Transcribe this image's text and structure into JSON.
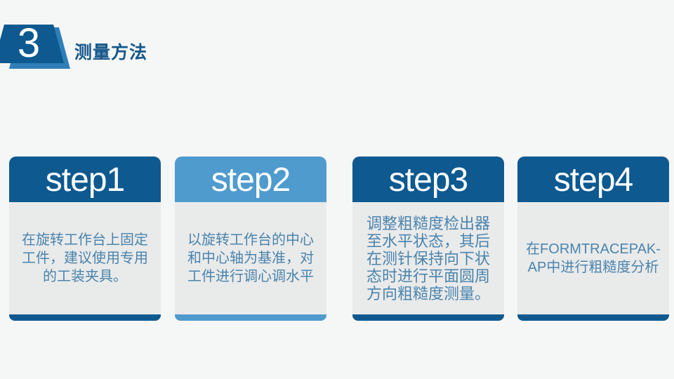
{
  "slide": {
    "section_number": "3",
    "section_title": "测量方法",
    "colors": {
      "page_bg": "#f5f6f6",
      "dark_blue": "#0d5990",
      "medium_blue": "#2e7fb7",
      "light_blue": "#4f9bce",
      "card_body_bg": "#e9eaea",
      "card_text": "#4a84ad",
      "title_text": "#15578a",
      "step_label_text": "#ffffff"
    }
  },
  "steps": [
    {
      "label": "step1",
      "variant": "dark",
      "text": "在旋转工作台上固定\n工件，建议使用专用\n的工装夹具。"
    },
    {
      "label": "step2",
      "variant": "light",
      "text": "以旋转工作台的中心\n和中心轴为基准，对\n工件进行调心调水平"
    },
    {
      "label": "step3",
      "variant": "dark",
      "text": "调整粗糙度检出器\n至水平状态，其后\n在测针保持向下状\n态时进行平面圆周\n方向粗糙度测量。"
    },
    {
      "label": "step4",
      "variant": "dark",
      "text": "在FORMTRACEPAK-\nAP中进行粗糙度分析"
    }
  ]
}
